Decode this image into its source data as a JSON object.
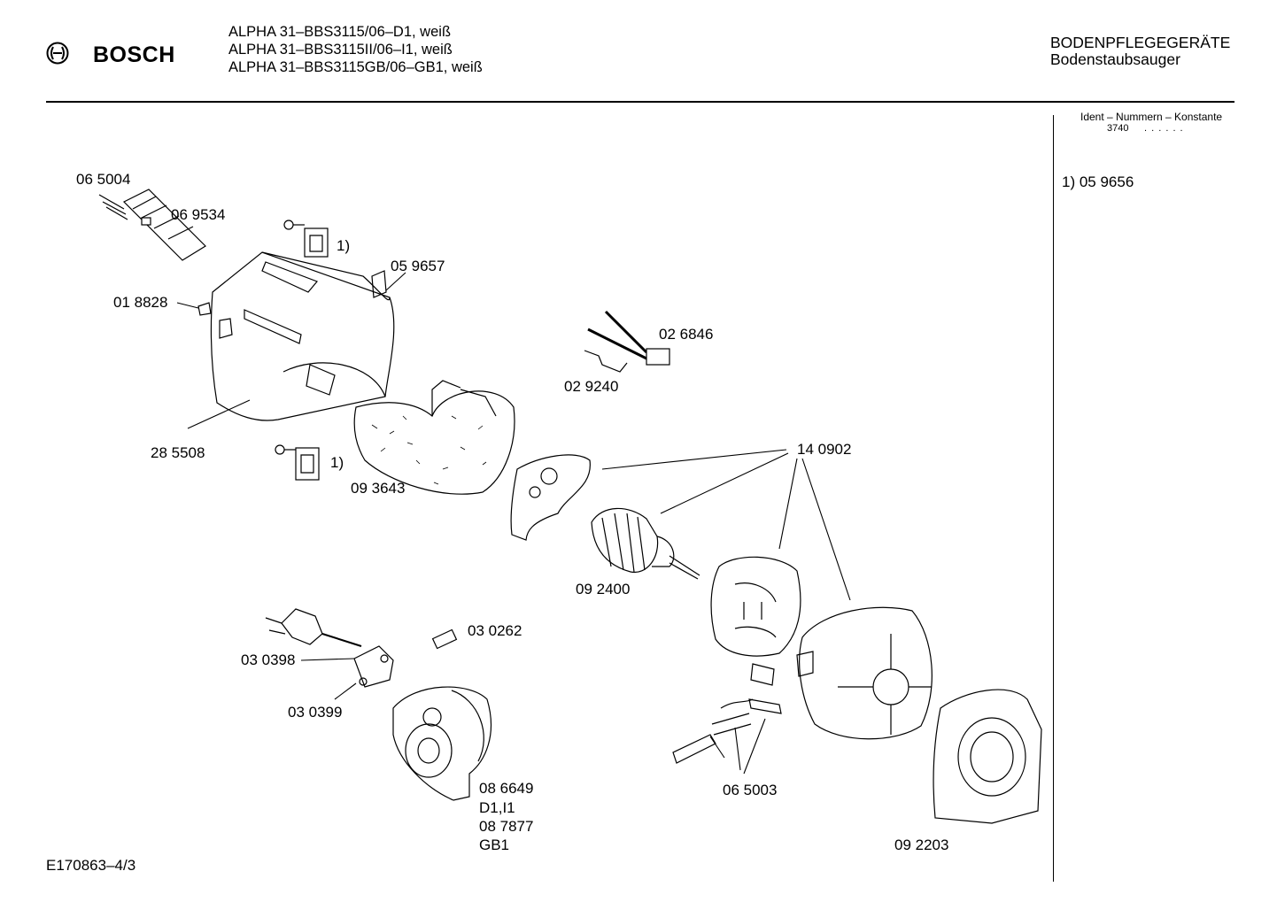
{
  "header": {
    "brand": "BOSCH",
    "models": [
      "ALPHA 31–BBS3115/06–D1, weiß",
      "ALPHA 31–BBS3115II/06–I1, weiß",
      "ALPHA 31–BBS3115GB/06–GB1, weiß"
    ],
    "category": "BODENPFLEGEGERÄTE",
    "subcategory": "Bodenstaubsauger"
  },
  "sidebar": {
    "ident_label": "Ident – Nummern – Konstante",
    "ident_value": "3740",
    "ident_dots": ". .   . . . .",
    "footnote": "1)  05 9656"
  },
  "parts": {
    "p065004": "06 5004",
    "p069534": "06 9534",
    "p059657": "05 9657",
    "p018828": "01 8828",
    "p285508": "28 5508",
    "p093643": "09 3643",
    "p026846": "02 6846",
    "p029240": "02 9240",
    "p140902": "14 0902",
    "p092400": "09 2400",
    "p030262": "03 0262",
    "p030398": "03 0398",
    "p030399": "03 0399",
    "p086649": "08 6649",
    "d1i1": "D1,I1",
    "p087877": "08 7877",
    "gb1": "GB1",
    "p065003": "06 5003",
    "p092203": "09 2203",
    "note1a": "1)",
    "note1b": "1)"
  },
  "footer": {
    "docnum": "E170863–4/3"
  }
}
